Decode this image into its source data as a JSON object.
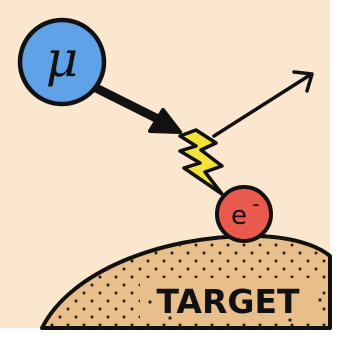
{
  "diagram": {
    "incoming_particle": {
      "symbol": "μ",
      "color": "#5fa2e8"
    },
    "struck_particle": {
      "symbol": "e",
      "charge": "-",
      "color": "#ea5a4c"
    },
    "target": {
      "label": "TARGET",
      "color": "#e8be8a"
    },
    "interaction_icon": "lightning-bolt-icon",
    "interaction_color": "#f2e23a",
    "background_color": "#fbe6cf"
  }
}
